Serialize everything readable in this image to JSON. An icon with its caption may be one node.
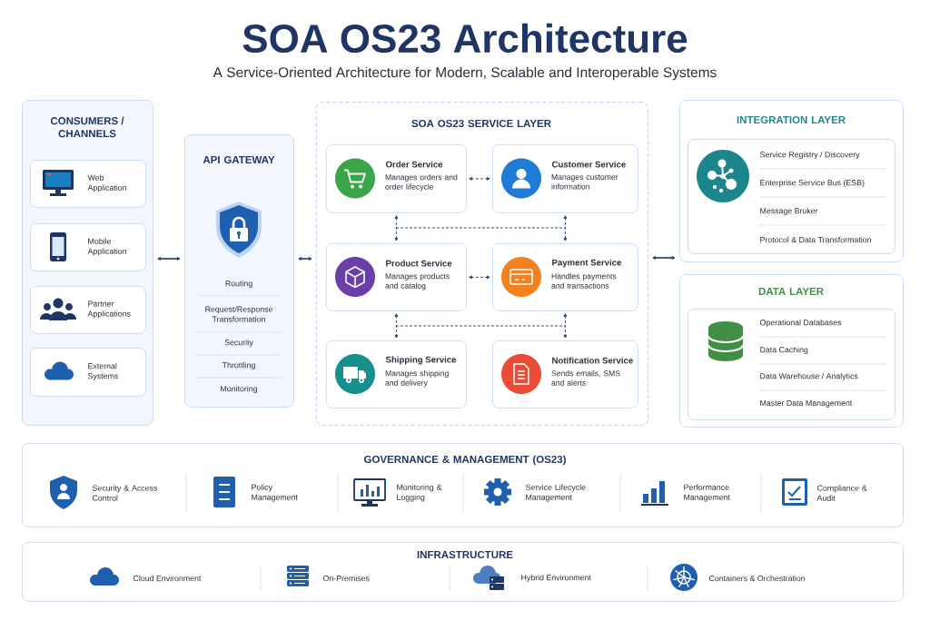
{
  "diagram": {
    "title": "SOA OS23 Architecture",
    "nodes": [
      {
        "text": [
          "CONSUMERS / CHANNELS"
        ]
      },
      {
        "text": [
          "Web Application"
        ],
        "in": 0
      },
      {
        "text": [
          "Mobile Application"
        ],
        "in": 0
      },
      {
        "text": [
          "Partner Applications"
        ],
        "in": 0
      },
      {
        "text": [
          "External Systems"
        ],
        "in": 0
      },
      {
        "text": [
          "API GATEWAY",
          "Routing",
          "Request/Response Transformation",
          "Security",
          "Throttling",
          "Monitoring"
        ]
      },
      {
        "text": [
          "SOA OS23 SERVICE LAYER"
        ]
      },
      {
        "text": [
          "Order Service",
          "Manages orders and order lifecycle"
        ],
        "in": 6
      },
      {
        "text": [
          "Customer Service",
          "Manages customer information"
        ],
        "in": 6
      },
      {
        "text": [
          "Product Service",
          "Manages products and catalog"
        ],
        "in": 6
      },
      {
        "text": [
          "Payment Service",
          "Handles payments and transactions"
        ],
        "in": 6
      },
      {
        "text": [
          "Shipping Service",
          "Manages shipping and delivery"
        ],
        "in": 6
      },
      {
        "text": [
          "Notification Service",
          "Sends emails, SMS and alerts"
        ],
        "in": 6
      },
      {
        "text": [
          "INTEGRATION LAYER"
        ]
      },
      {
        "text": [
          "Service Registry / Discovery",
          "Enterprise Service Bus (ESB)",
          "Message Broker",
          "Protocol & Data Transformation"
        ],
        "in": 13
      },
      {
        "text": [
          "DATA LAYER"
        ]
      },
      {
        "text": [
          "Operational Databases",
          "Data Caching",
          "Data Warehouse / Analytics",
          "Master Data Management"
        ],
        "in": 15
      },
      {
        "text": [
          "GOVERNANCE & MANAGEMENT (OS23)",
          "Security & Access Control",
          "Policy Management",
          "Monitoring & Logging",
          "Service Lifecycle Management",
          "Performance Management",
          "Compliance & Audit"
        ]
      },
      {
        "text": [
          "INFRASTRUCTURE",
          "Cloud Environment",
          "On-Premises",
          "Hybrid Environment",
          "Containers & Orchestration"
        ]
      }
    ],
    "edges": [
      {
        "from": 0,
        "to": 5,
        "arrow": "both"
      },
      {
        "from": 5,
        "to": 6,
        "arrow": "both"
      },
      {
        "from": 6,
        "to": 13,
        "arrow": "both"
      },
      {
        "from": 7,
        "to": 8,
        "arrow": "both",
        "style": "dashed"
      },
      {
        "from": 9,
        "to": 10,
        "arrow": "both",
        "style": "dashed"
      },
      {
        "from": 7,
        "to": 9,
        "arrow": "both",
        "style": "dashed"
      },
      {
        "from": 8,
        "to": 10,
        "arrow": "both",
        "style": "dashed"
      },
      {
        "from": 9,
        "to": 11,
        "arrow": "both",
        "style": "dashed"
      },
      {
        "from": 10,
        "to": 12,
        "arrow": "both",
        "style": "dashed"
      }
    ],
    "labels": [
      "A Service-Oriented Architecture for Modern, Scalable and Interoperable Systems"
    ]
  }
}
